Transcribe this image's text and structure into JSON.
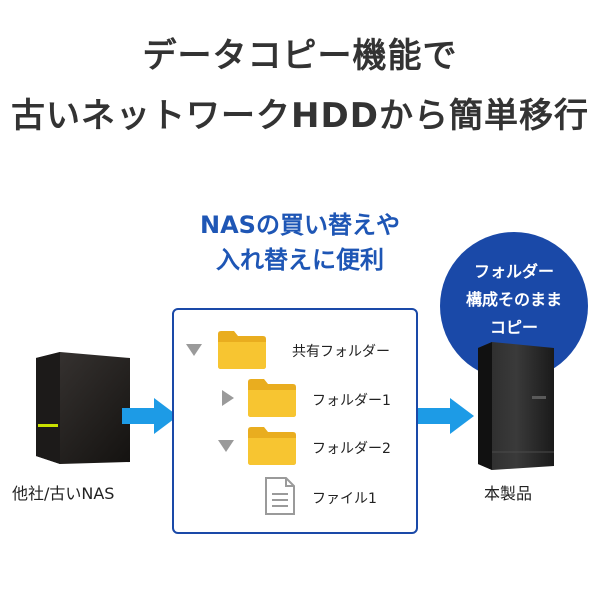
{
  "headline": {
    "line1": "データコピー機能で",
    "line2": "古いネットワークHDDから簡単移行"
  },
  "subheadline": {
    "line1": "NASの買い替えや",
    "line2": "入れ替えに便利"
  },
  "badge": {
    "line1": "フォルダー",
    "line2": "構成そのまま",
    "line3": "コピー"
  },
  "tree": {
    "shared_folder": "共有フォルダー",
    "folder1": "フォルダー1",
    "folder2": "フォルダー2",
    "file1": "ファイル1"
  },
  "devices": {
    "old_label": "他社/古いNAS",
    "new_label": "本製品"
  },
  "colors": {
    "accent_blue": "#1a49a8",
    "arrow_blue": "#1d9be6",
    "folder_yellow": "#f7c531",
    "triangle_gray": "#9a9a9a",
    "nas_led": "#c8e000"
  },
  "icons": [
    "folder-icon",
    "file-icon",
    "triangle-icon",
    "arrow-right-icon",
    "nas-device-icon"
  ]
}
